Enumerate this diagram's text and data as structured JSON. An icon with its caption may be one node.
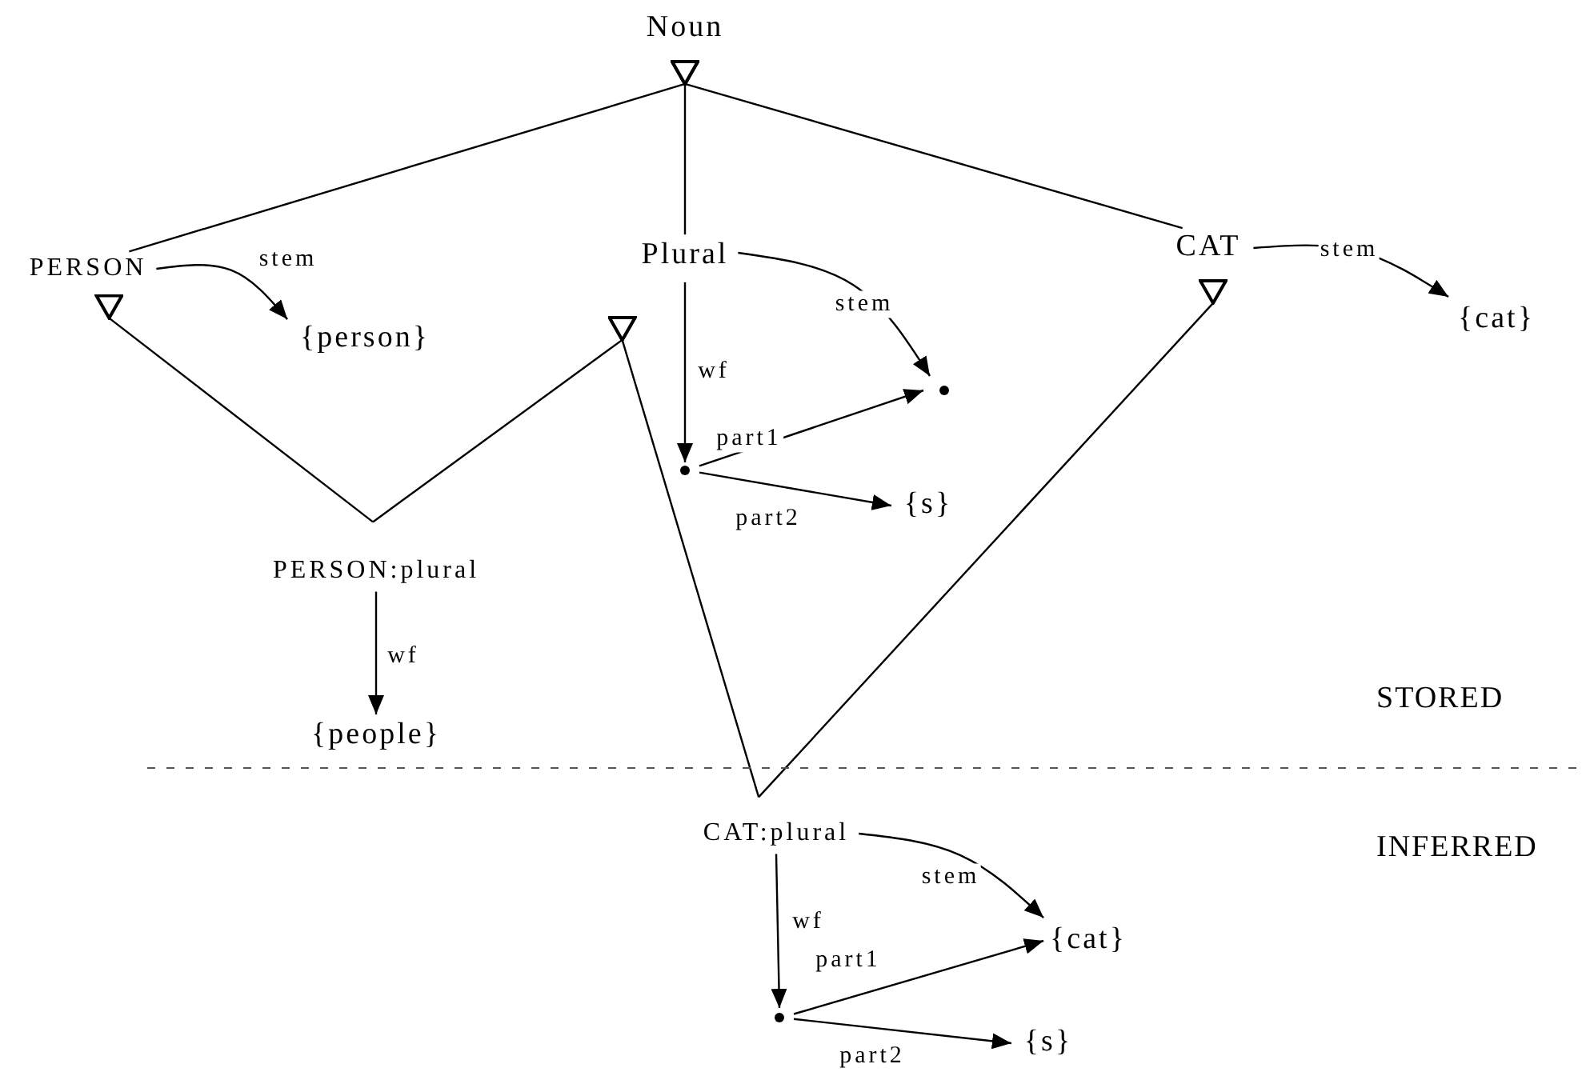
{
  "diagram": {
    "nodes": [
      {
        "text": [
          "Noun"
        ]
      },
      {
        "text": [
          "PERSON"
        ]
      },
      {
        "text": [
          "{person}"
        ]
      },
      {
        "text": [
          "Plural"
        ]
      },
      {
        "text": [
          "CAT"
        ]
      },
      {
        "text": [
          "{cat}"
        ]
      },
      {
        "text": [],
        "shape": "circle"
      },
      {
        "text": [],
        "shape": "circle"
      },
      {
        "text": [
          "{s}"
        ]
      },
      {
        "text": [
          "PERSON:plural"
        ]
      },
      {
        "text": [
          "{people}"
        ]
      },
      {
        "text": [
          "CAT:plural"
        ]
      },
      {
        "text": [
          "{cat}"
        ]
      },
      {
        "text": [],
        "shape": "circle"
      },
      {
        "text": [
          "{s}"
        ]
      }
    ],
    "edges": [
      {
        "from": 1,
        "to": 0,
        "arrow": "other"
      },
      {
        "from": 3,
        "to": 0,
        "arrow": "other"
      },
      {
        "from": 4,
        "to": 0,
        "arrow": "other"
      },
      {
        "from": 9,
        "to": 1,
        "arrow": "other"
      },
      {
        "from": 9,
        "to": 3,
        "arrow": "other"
      },
      {
        "from": 11,
        "to": 3,
        "arrow": "other"
      },
      {
        "from": 11,
        "to": 4,
        "arrow": "other"
      },
      {
        "from": 1,
        "to": 2,
        "arrow": "to",
        "label": "stem"
      },
      {
        "from": 3,
        "to": 6,
        "arrow": "to",
        "label": "stem"
      },
      {
        "from": 4,
        "to": 5,
        "arrow": "to",
        "label": "stem"
      },
      {
        "from": 3,
        "to": 7,
        "arrow": "to",
        "label": "wf"
      },
      {
        "from": 7,
        "to": 6,
        "arrow": "to",
        "label": "part1"
      },
      {
        "from": 7,
        "to": 8,
        "arrow": "to",
        "label": "part2"
      },
      {
        "from": 9,
        "to": 10,
        "arrow": "to",
        "label": "wf"
      },
      {
        "from": 11,
        "to": 12,
        "arrow": "to",
        "label": "stem"
      },
      {
        "from": 11,
        "to": 13,
        "arrow": "to",
        "label": "wf"
      },
      {
        "from": 13,
        "to": 12,
        "arrow": "to",
        "label": "part1"
      },
      {
        "from": 13,
        "to": 14,
        "arrow": "to",
        "label": "part2"
      }
    ],
    "labels": [
      "STORED",
      "INFERRED"
    ]
  }
}
